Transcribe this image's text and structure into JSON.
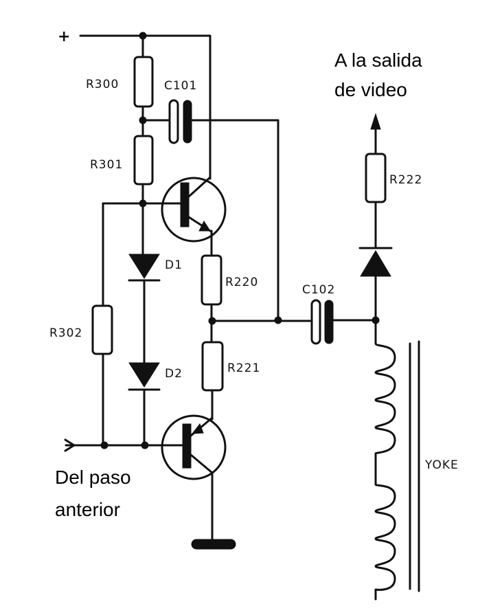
{
  "diagram": {
    "title": "Circuito de salida vertical con yoke",
    "supply_label": "+",
    "annotations": {
      "output_line1": "A la salida",
      "output_line2": "de video",
      "input_line1": "Del paso",
      "input_line2": "anterior"
    },
    "components": {
      "r300": "R300",
      "r301": "R301",
      "r302": "R302",
      "r220": "R220",
      "r221": "R221",
      "r222": "R222",
      "c101": "C101",
      "c102": "C102",
      "d1": "D1",
      "d2": "D2",
      "yoke": "YOKE"
    },
    "transistors": [
      {
        "id": "Q1",
        "type": "NPN"
      },
      {
        "id": "Q2",
        "type": "PNP"
      }
    ],
    "colors": {
      "ink": "#111111",
      "background": "#ffffff"
    }
  }
}
